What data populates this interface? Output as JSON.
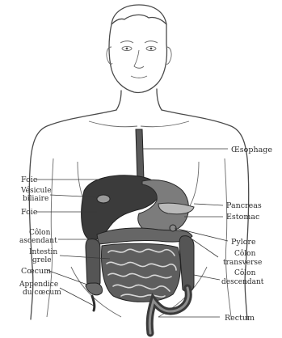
{
  "figure": {
    "labels": {
      "oesophage": "Œsophage",
      "foie_top": "Foie",
      "vesicule_line1": "Vésicule",
      "vesicule_line2": "biliaire",
      "foie_bottom": "Foie",
      "pancreas": "Pancreas",
      "estomac": "Estomac",
      "colon_asc_line1": "Côlon",
      "colon_asc_line2": "ascendant",
      "pylore": "Pylore",
      "intestin_line1": "Intestin",
      "intestin_line2": "grele",
      "colon_tr_line1": "Côlon",
      "colon_tr_line2": "transverse",
      "caecum": "Cœcum",
      "colon_desc_line1": "Côlon",
      "colon_desc_line2": "descendant",
      "appendice_line1": "Appendice",
      "appendice_line2": "du cœcum",
      "rectum": "Rectum"
    }
  }
}
